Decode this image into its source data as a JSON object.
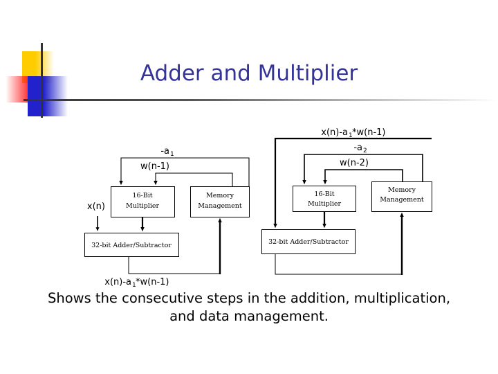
{
  "slide": {
    "title": "Adder and Multiplier",
    "title_color": "#333399",
    "caption": "Shows the consecutive steps in the addition, multiplication, and data management.",
    "background_color": "#ffffff"
  },
  "logo": {
    "name": "powerpoint-corner-logo",
    "colors": [
      "#FFCC00",
      "#FF2020",
      "#2222CC",
      "#333333"
    ]
  },
  "diagram": {
    "left_stage": {
      "name": "stage-1-adder-multiplier",
      "input_label": "x(n)",
      "feedback_coefficient": "-a",
      "feedback_coefficient_sub": "1",
      "feedback_state": "w(n-1)",
      "multiplier_line1": "16-Bit",
      "multiplier_line2": "Multiplier",
      "memory_line1": "Memory",
      "memory_line2": "Management",
      "adder_label": "32-bit Adder/Subtractor",
      "output_label_a": "x(n)-a",
      "output_label_sub": "1",
      "output_label_b": "*w(n-1)"
    },
    "right_stage": {
      "name": "stage-2-adder-multiplier",
      "input_label_a": "x(n)-a",
      "input_label_sub": "1",
      "input_label_b": "*w(n-1)",
      "feedback_coefficient": "-a",
      "feedback_coefficient_sub": "2",
      "feedback_state": "w(n-2)",
      "multiplier_line1": "16-Bit",
      "multiplier_line2": "Multiplier",
      "memory_line1": "Memory",
      "memory_line2": "Management",
      "adder_label": "32-bit Adder/Subtractor"
    }
  }
}
